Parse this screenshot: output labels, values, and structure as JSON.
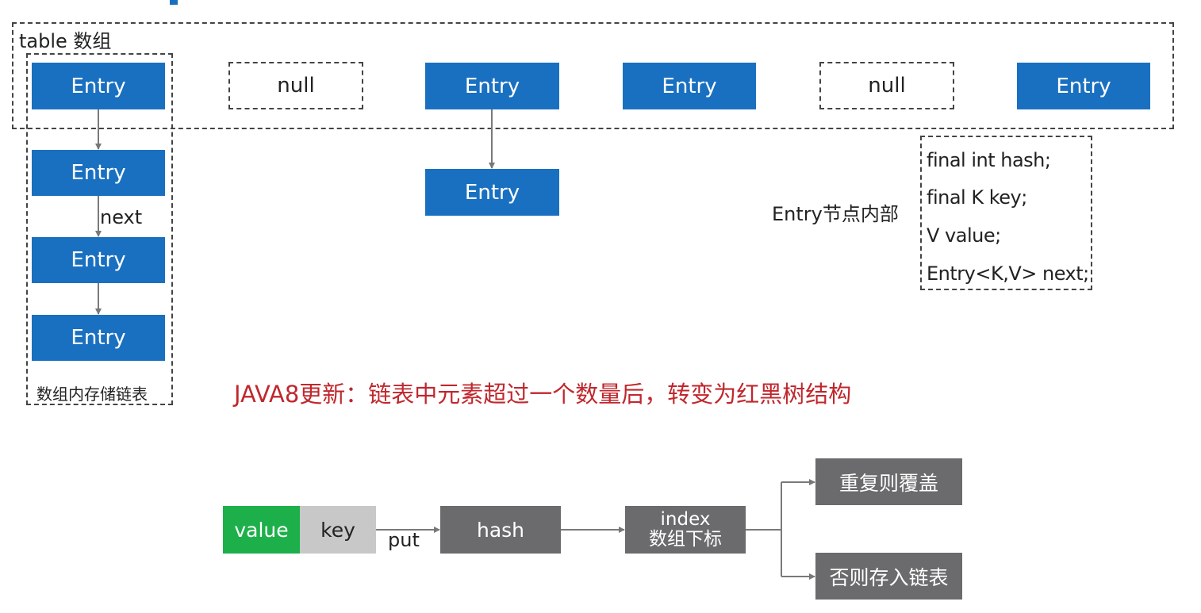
{
  "colors": {
    "entry": "#1a70c0",
    "gray_box": "#6b6b6d",
    "value_green": "#1db04a",
    "key_gray": "#c8c8c8",
    "headline_red": "#c0272d"
  },
  "table": {
    "label": "table 数组",
    "slots": [
      "Entry",
      "null",
      "Entry",
      "Entry",
      "null",
      "Entry"
    ]
  },
  "chain1": {
    "entries": [
      "Entry",
      "Entry",
      "Entry"
    ],
    "next_label": "next",
    "caption": "数组内存储链表"
  },
  "chain3": {
    "entries": [
      "Entry"
    ]
  },
  "entry_internal": {
    "label": "Entry节点内部",
    "fields": [
      "final int hash;",
      "final K key;",
      "V value;",
      "Entry<K,V> next;"
    ]
  },
  "headline": "JAVA8更新：链表中元素超过一个数量后，转变为红黑树结构",
  "flow": {
    "value": "value",
    "key": "key",
    "put_label": "put",
    "hash": "hash",
    "index_line1": "index",
    "index_line2": "数组下标",
    "overwrite": "重复则覆盖",
    "store": "否则存入链表"
  }
}
